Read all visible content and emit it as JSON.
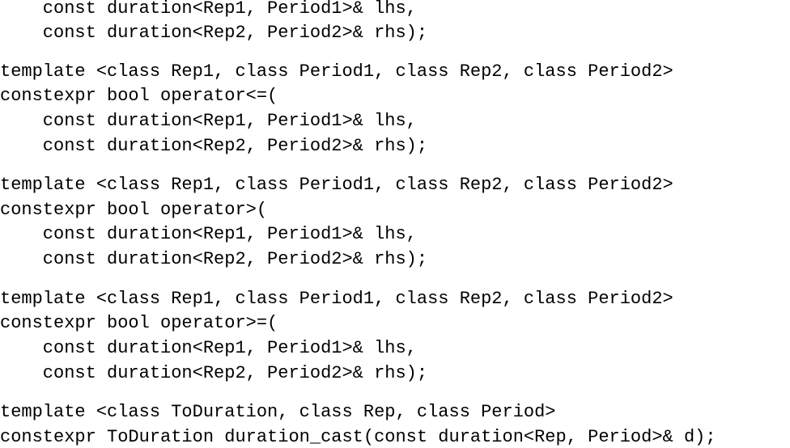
{
  "code": {
    "lines": [
      "    const duration<Rep1, Period1>& lhs,",
      "    const duration<Rep2, Period2>& rhs);",
      "template <class Rep1, class Period1, class Rep2, class Period2>",
      "constexpr bool operator<=(",
      "    const duration<Rep1, Period1>& lhs,",
      "    const duration<Rep2, Period2>& rhs);",
      "template <class Rep1, class Period1, class Rep2, class Period2>",
      "constexpr bool operator>(",
      "    const duration<Rep1, Period1>& lhs,",
      "    const duration<Rep2, Period2>& rhs);",
      "template <class Rep1, class Period1, class Rep2, class Period2>",
      "constexpr bool operator>=(",
      "    const duration<Rep1, Period1>& lhs,",
      "    const duration<Rep2, Period2>& rhs);",
      "template <class ToDuration, class Rep, class Period>",
      "constexpr ToDuration duration_cast(const duration<Rep, Period>& d);"
    ]
  }
}
